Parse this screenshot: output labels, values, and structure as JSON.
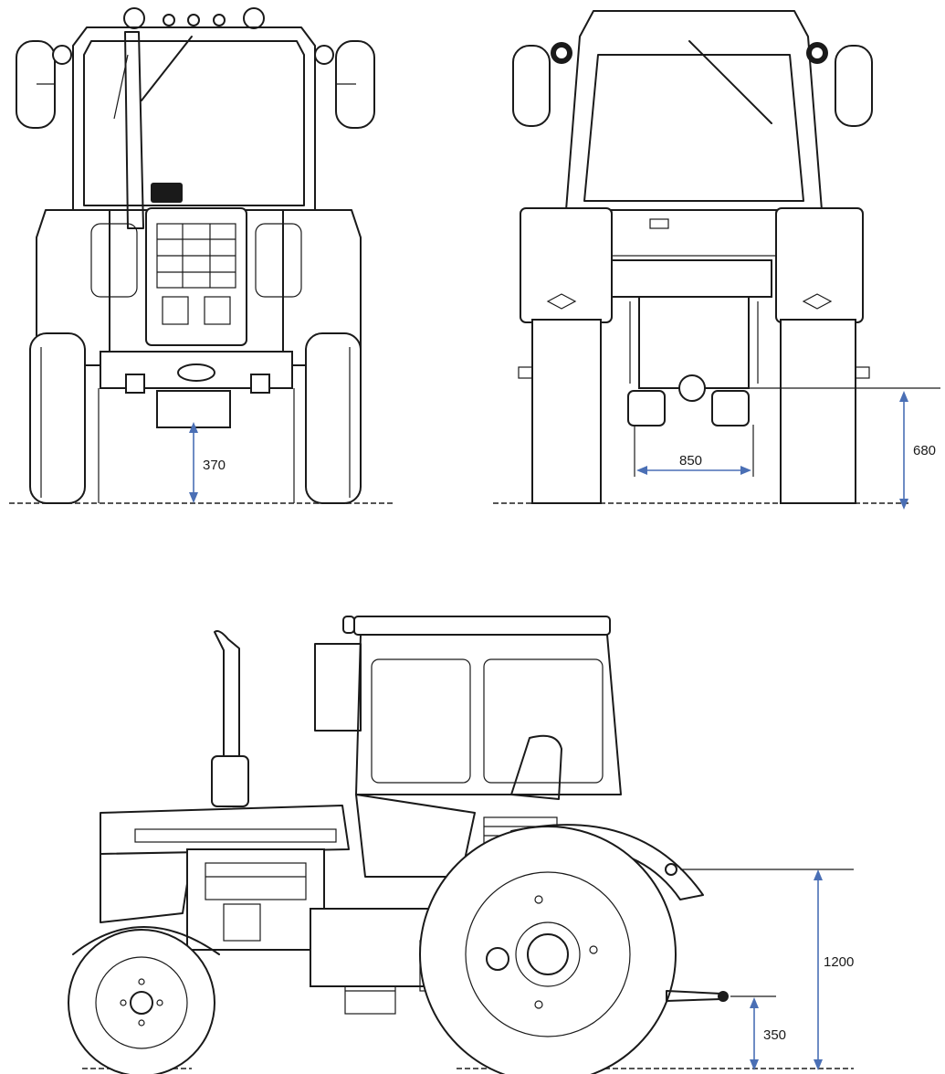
{
  "dimensions": {
    "front_clearance": "370",
    "rear_hitch_width": "850",
    "rear_hitch_height": "680",
    "side_hitch_height": "1200",
    "side_low_height": "350"
  },
  "colors": {
    "line": "#1a1a1a",
    "dimension": "#4a6fb5",
    "background": "#ffffff"
  }
}
